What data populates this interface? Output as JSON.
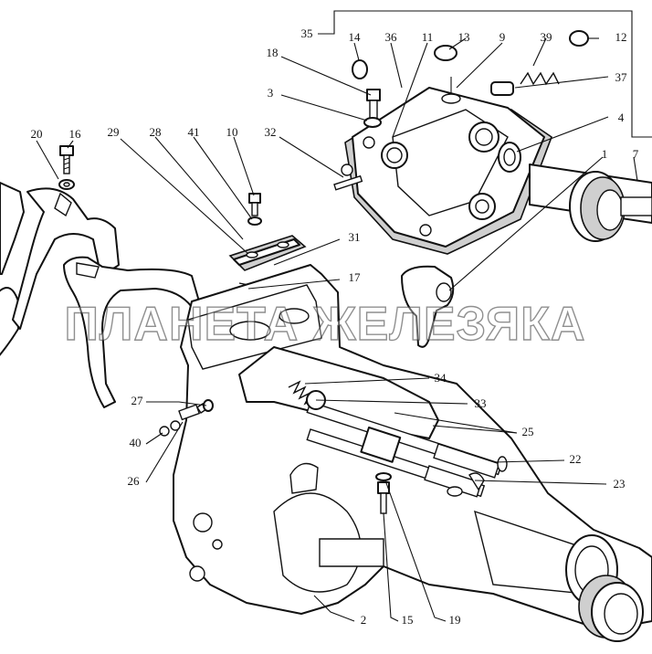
{
  "diagram": {
    "watermark": "ПЛАНЕТА ЖЕЛЕЗЯКА",
    "callouts": [
      {
        "id": "c35",
        "label": "35"
      },
      {
        "id": "c14",
        "label": "14"
      },
      {
        "id": "c36",
        "label": "36"
      },
      {
        "id": "c11",
        "label": "11"
      },
      {
        "id": "c13",
        "label": "13"
      },
      {
        "id": "c9",
        "label": "9"
      },
      {
        "id": "c39",
        "label": "39"
      },
      {
        "id": "c12",
        "label": "12"
      },
      {
        "id": "c18",
        "label": "18"
      },
      {
        "id": "c37",
        "label": "37"
      },
      {
        "id": "c3",
        "label": "3"
      },
      {
        "id": "c4",
        "label": "4"
      },
      {
        "id": "c20",
        "label": "20"
      },
      {
        "id": "c16",
        "label": "16"
      },
      {
        "id": "c29",
        "label": "29"
      },
      {
        "id": "c28",
        "label": "28"
      },
      {
        "id": "c41",
        "label": "41"
      },
      {
        "id": "c10",
        "label": "10"
      },
      {
        "id": "c32",
        "label": "32"
      },
      {
        "id": "c1",
        "label": "1"
      },
      {
        "id": "c7",
        "label": "7"
      },
      {
        "id": "c31",
        "label": "31"
      },
      {
        "id": "c17",
        "label": "17"
      },
      {
        "id": "c34",
        "label": "34"
      },
      {
        "id": "c33",
        "label": "33"
      },
      {
        "id": "c27",
        "label": "27"
      },
      {
        "id": "c25",
        "label": "25"
      },
      {
        "id": "c40",
        "label": "40"
      },
      {
        "id": "c22",
        "label": "22"
      },
      {
        "id": "c26",
        "label": "26"
      },
      {
        "id": "c23",
        "label": "23"
      },
      {
        "id": "c2",
        "label": "2"
      },
      {
        "id": "c15",
        "label": "15"
      },
      {
        "id": "c19",
        "label": "19"
      }
    ]
  }
}
